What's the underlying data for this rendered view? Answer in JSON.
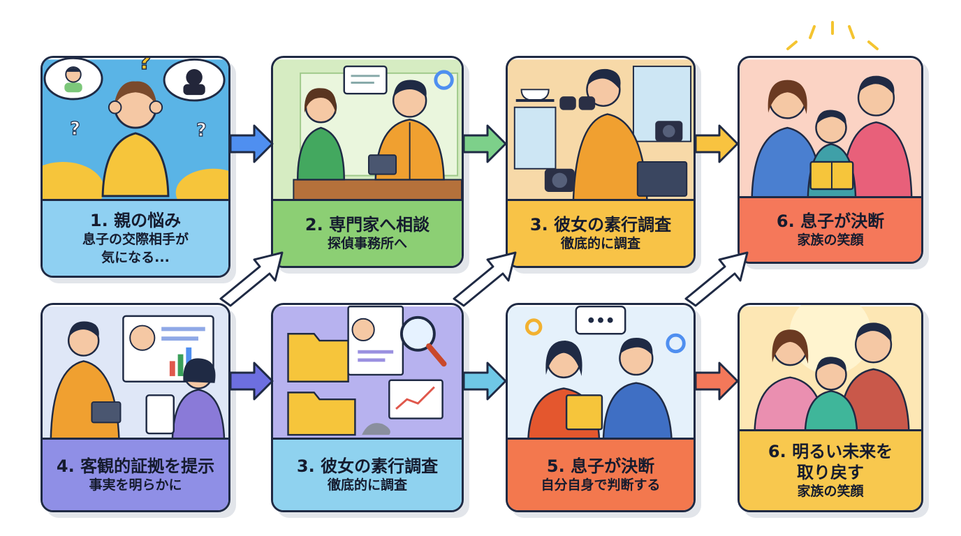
{
  "steps": [
    {
      "id": "s1",
      "title": "1. 親の悩み",
      "sub": [
        "息子の交際相手が",
        "気になる..."
      ],
      "colors": {
        "scene": "#5ab4e6",
        "label": "#8fd0f2"
      }
    },
    {
      "id": "s2",
      "title": "2. 専門家へ相談",
      "sub": [
        "探偵事務所へ"
      ],
      "colors": {
        "scene": "#d6ecc2",
        "label": "#8ccf74"
      }
    },
    {
      "id": "s3",
      "title": "3. 彼女の素行調査",
      "sub": [
        "徹底的に調査"
      ],
      "colors": {
        "scene": "#f7d9a8",
        "label": "#f8c347"
      }
    },
    {
      "id": "s4",
      "title": "6. 息子が決断",
      "sub": [
        "家族の笑顔"
      ],
      "colors": {
        "scene": "#fbd3c4",
        "label": "#f5785a"
      }
    },
    {
      "id": "s5",
      "title": "4. 客観的証拠を提示",
      "sub": [
        "事実を明らかに"
      ],
      "colors": {
        "scene": "#dfe7f7",
        "label": "#8f8fe6"
      }
    },
    {
      "id": "s6",
      "title": "3. 彼女の素行調査",
      "sub": [
        "徹底的に調査"
      ],
      "colors": {
        "scene": "#b7b2ef",
        "label": "#8fd2ef"
      }
    },
    {
      "id": "s7",
      "title": "5. 息子が決断",
      "sub": [
        "自分自身で判断する"
      ],
      "colors": {
        "scene": "#e5f1fb",
        "label": "#f3784e"
      }
    },
    {
      "id": "s8",
      "title": "6. 明るい未来を",
      "sub": [
        "取り戻す",
        "家族の笑顔"
      ],
      "colors": {
        "scene": "#fde7b4",
        "label": "#f8c84e"
      }
    }
  ],
  "connectors": [
    {
      "id": "a1",
      "from": "s1",
      "to": "s2",
      "color": "#4f8ff0"
    },
    {
      "id": "a2",
      "from": "s2",
      "to": "s3",
      "color": "#7dd08a"
    },
    {
      "id": "a3",
      "from": "s3",
      "to": "s4",
      "color": "#f8c340"
    },
    {
      "id": "a4",
      "from": "s5",
      "to": "s6",
      "color": "#6d6fe0"
    },
    {
      "id": "a5",
      "from": "s6",
      "to": "s7",
      "color": "#6fc7e6"
    },
    {
      "id": "a6",
      "from": "s7",
      "to": "s8",
      "color": "#f3785a"
    },
    {
      "id": "a7",
      "from": "s5",
      "to": "s2",
      "color": "#ffffff"
    },
    {
      "id": "a8",
      "from": "s6",
      "to": "s3",
      "color": "#ffffff"
    },
    {
      "id": "a9",
      "from": "s7",
      "to": "s4",
      "color": "#ffffff"
    }
  ]
}
